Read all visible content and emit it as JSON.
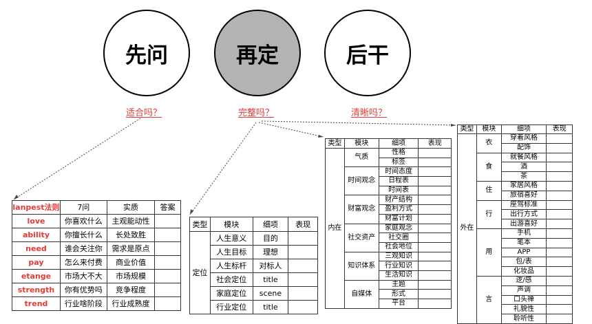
{
  "circles": [
    {
      "label": "先问"
    },
    {
      "label": "再定"
    },
    {
      "label": "后干"
    }
  ],
  "questions": [
    "适合吗？",
    "完整吗？",
    "清晰吗？"
  ],
  "table1": {
    "headers": [
      "lanpest法则",
      "7问",
      "实质",
      "答案"
    ],
    "rows": [
      [
        "love",
        "你喜欢什么",
        "主观能动性",
        ""
      ],
      [
        "ability",
        "你擅长什么",
        "长处致胜",
        ""
      ],
      [
        "need",
        "谁会关注你",
        "需求是原点",
        ""
      ],
      [
        "pay",
        "怎么来付费",
        "商业价值",
        ""
      ],
      [
        "etange",
        "市场大不大",
        "市场规模",
        ""
      ],
      [
        "strength",
        "你有优势吗",
        "竞争程度",
        ""
      ],
      [
        "trend",
        "行业啥阶段",
        "行业成熟度",
        ""
      ]
    ]
  },
  "table2": {
    "headers": [
      "类型",
      "模块",
      "细项",
      "表现"
    ],
    "type": "定位",
    "rows": [
      [
        "人生意义",
        "目的",
        ""
      ],
      [
        "人生目标",
        "理想",
        ""
      ],
      [
        "人生标杆",
        "对标人",
        ""
      ],
      [
        "社会定位",
        "title",
        ""
      ],
      [
        "家庭定位",
        "scene",
        ""
      ],
      [
        "行业定位",
        "title",
        ""
      ]
    ]
  },
  "table3": {
    "headers": [
      "类型",
      "模块",
      "细项",
      "表现"
    ],
    "type": "内在",
    "groups": [
      {
        "module": "气质",
        "items": [
          "性格",
          "标签"
        ]
      },
      {
        "module": "时间观念",
        "items": [
          "时间态度",
          "日程表",
          "时间表"
        ]
      },
      {
        "module": "财富观念",
        "items": [
          "财产结构",
          "盈利方式",
          "财富计划"
        ]
      },
      {
        "module": "社交资产",
        "items": [
          "家庭观念",
          "社交圈",
          "社会地位"
        ]
      },
      {
        "module": "知识体系",
        "items": [
          "三观知识",
          "行业知识",
          "生活知识"
        ]
      },
      {
        "module": "自媒体",
        "items": [
          "主题",
          "形式",
          "平台"
        ]
      }
    ]
  },
  "table4": {
    "headers": [
      "类型",
      "模块",
      "细项",
      "表现"
    ],
    "type": "外在",
    "groups": [
      {
        "module": "衣",
        "items": [
          "穿着风格",
          "配饰"
        ]
      },
      {
        "module": "食",
        "items": [
          "就餐风格",
          "酒",
          "茶"
        ]
      },
      {
        "module": "住",
        "items": [
          "家居风格",
          "旅宿喜好"
        ]
      },
      {
        "module": "行",
        "items": [
          "座驾标准",
          "出行方式",
          "出游喜好"
        ]
      },
      {
        "module": "用",
        "items": [
          "手机",
          "笔本",
          "APP",
          "包/表",
          "化妆品"
        ]
      },
      {
        "module": "言",
        "items": [
          "逻/感",
          "声调",
          "口头禅",
          "礼貌性",
          "聆听性"
        ]
      }
    ]
  }
}
